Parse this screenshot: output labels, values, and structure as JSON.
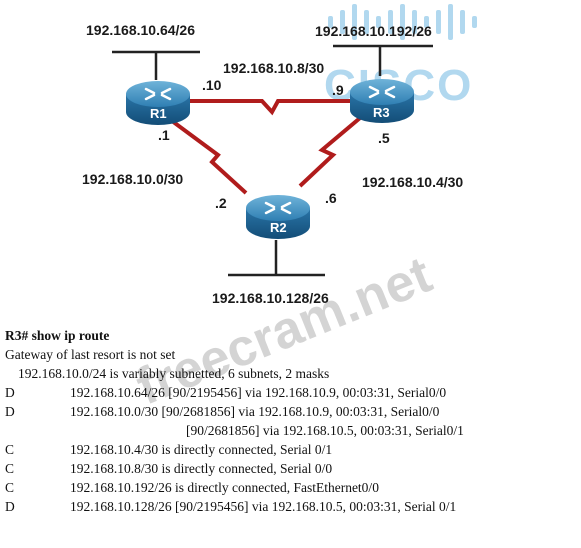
{
  "brand": {
    "name": "CISCO",
    "color": "#55aadd"
  },
  "watermark": "freecram.net",
  "routers": [
    {
      "name": "R1",
      "icon": "router-icon"
    },
    {
      "name": "R2",
      "icon": "router-icon"
    },
    {
      "name": "R3",
      "icon": "router-icon"
    }
  ],
  "subnets": {
    "r1_lan": "192.168.10.64/26",
    "r3_lan": "192.168.10.192/26",
    "r2_lan": "192.168.10.128/26",
    "r1_r3": "192.168.10.8/30",
    "r1_r2": "192.168.10.0/30",
    "r2_r3": "192.168.10.4/30"
  },
  "interface_ips": {
    "r1_to_r3": ".10",
    "r3_to_r1": ".9",
    "r1_to_r2": ".1",
    "r2_to_r1": ".2",
    "r3_to_r2": ".5",
    "r2_to_r3": ".6"
  },
  "routing": {
    "prompt": "R3#",
    "command": " show ip route",
    "gateway": "Gateway of last resort is not set",
    "summary": "192.168.10.0/24 is variably subnetted, 6 subnets, 2 masks",
    "entries": [
      {
        "code": "D",
        "text": "192.168.10.64/26 [90/2195456] via 192.168.10.9, 00:03:31, Serial0/0"
      },
      {
        "code": "D",
        "text": "192.168.10.0/30 [90/2681856] via 192.168.10.9, 00:03:31, Serial0/0"
      },
      {
        "code": "",
        "text": "[90/2681856] via 192.168.10.5, 00:03:31, Serial0/1"
      },
      {
        "code": "C",
        "text": "192.168.10.4/30 is directly connected, Serial 0/1"
      },
      {
        "code": "C",
        "text": "192.168.10.8/30 is directly connected, Serial 0/0"
      },
      {
        "code": "C",
        "text": "192.168.10.192/26 is directly connected, FastEthernet0/0"
      },
      {
        "code": "D",
        "text": "192.168.10.128/26 [90/2195456] via 192.168.10.5, 00:03:31, Serial 0/1"
      }
    ]
  }
}
